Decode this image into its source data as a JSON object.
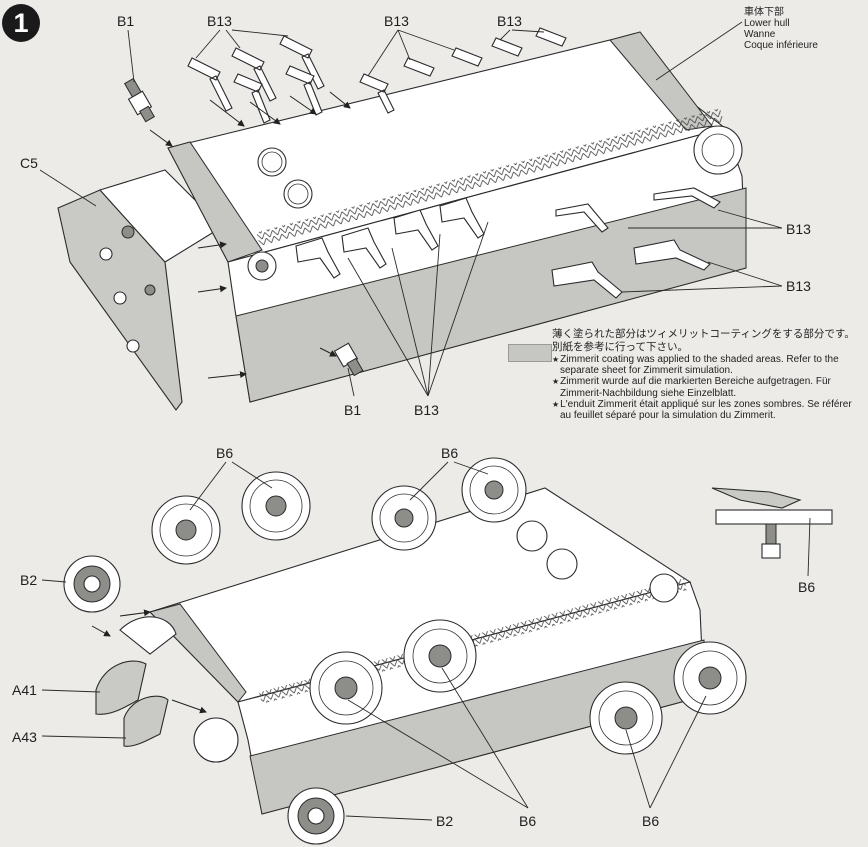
{
  "step": {
    "number": "1"
  },
  "hull_label": {
    "japanese": "車体下部",
    "english": "Lower hull",
    "german": "Wanne",
    "french": "Coque inférieure"
  },
  "note": {
    "japanese": "薄く塗られた部分はツィメリットコーティングをする部分です。別紙を参考に行って下さい。",
    "english": "Zimmerit coating was applied to the shaded areas. Refer to the separate sheet for Zimmerit simulation.",
    "german": "Zimmerit wurde auf die markierten Bereiche aufgetragen. Für Zimmerit-Nachbildung siehe Einzelblatt.",
    "french": "L'enduit Zimmerit était appliqué sur les zones sombres. Se référer au feuillet séparé pour la simulation du Zimmerit."
  },
  "part_labels": {
    "b1": "B1",
    "b13": "B13",
    "c5": "C5",
    "b6": "B6",
    "b2": "B2",
    "a41": "A41",
    "a43": "A43"
  },
  "colors": {
    "zimmerit_shade": "#c6c6c3",
    "ink": "#2b2b2b",
    "paper": "#ecebe8"
  }
}
